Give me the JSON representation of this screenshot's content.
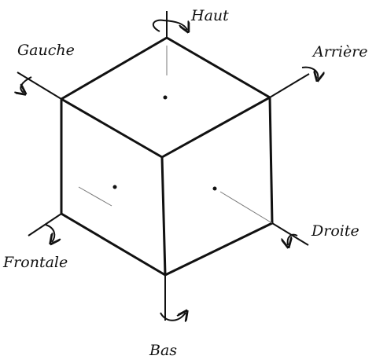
{
  "colors": {
    "ink": "#111111",
    "face_line": "#444444",
    "background": "#ffffff"
  },
  "labels": {
    "top": "Haut",
    "left": "Gauche",
    "back": "Arrière",
    "right": "Droite",
    "front": "Frontale",
    "bottom": "Bas"
  },
  "icons": {
    "rotation_arrow": "curved-rotation-arrow-icon",
    "face_dot": "face-center-dot"
  }
}
